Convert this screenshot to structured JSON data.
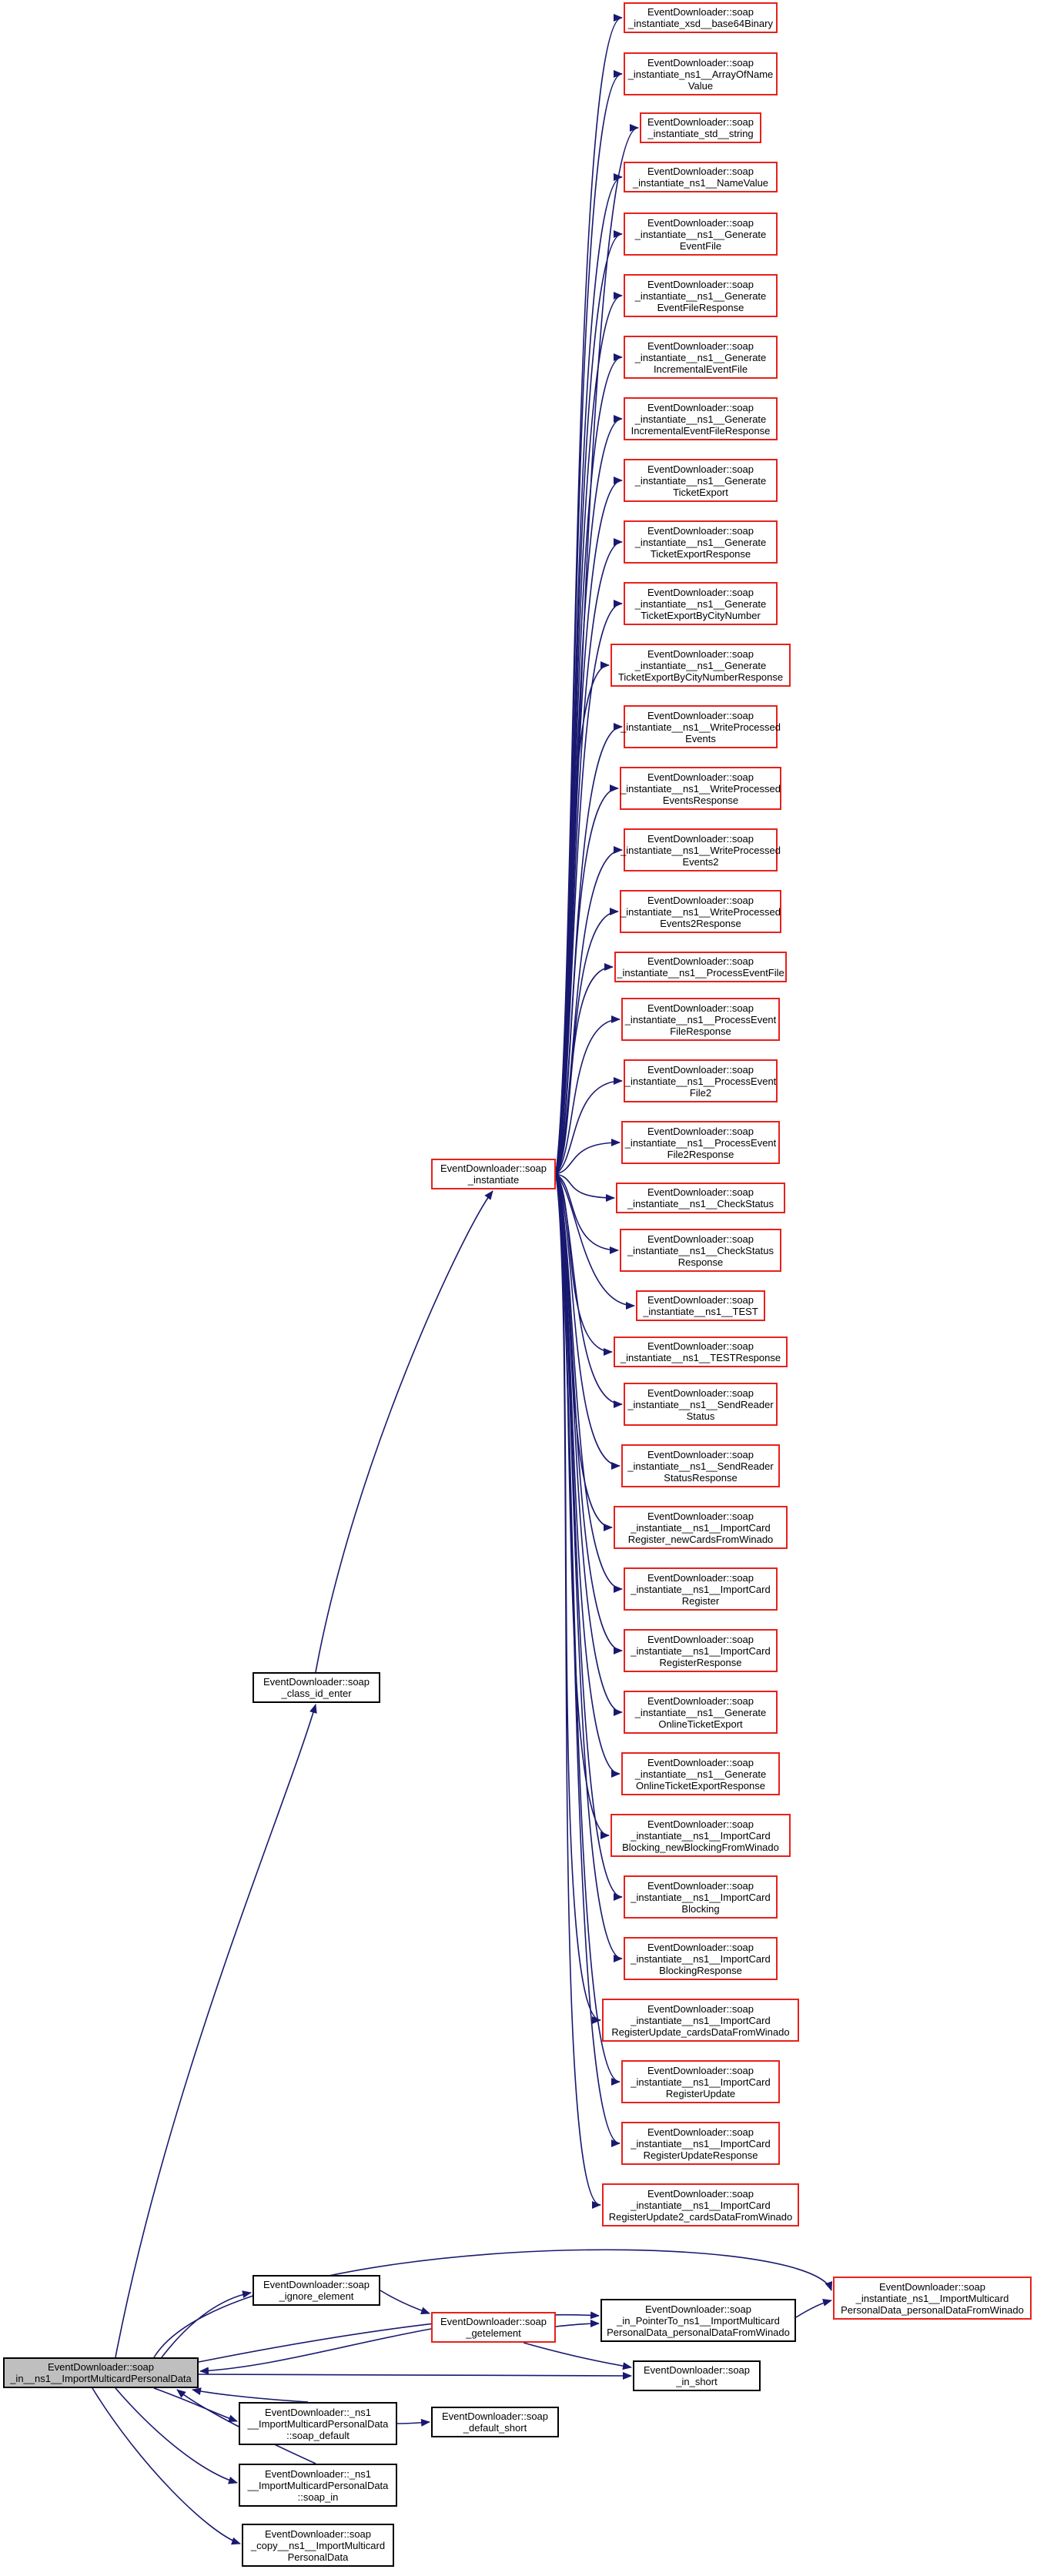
{
  "colors": {
    "edge": "#191970",
    "red_border": "#e8201b",
    "black_border": "#000000",
    "root_fill": "#bfbfbf"
  },
  "nodes": {
    "root": [
      "EventDownloader::soap",
      "_in__ns1__ImportMulticardPersonalData"
    ],
    "class_id": [
      "EventDownloader::soap",
      "_class_id_enter"
    ],
    "instantiate": [
      "EventDownloader::soap",
      "_instantiate"
    ],
    "ignore": [
      "EventDownloader::soap",
      "_ignore_element"
    ],
    "getelement": [
      "EventDownloader::soap",
      "_getelement"
    ],
    "pointerto": [
      "EventDownloader::soap",
      "_in_PointerTo_ns1__ImportMulticard",
      "PersonalData_personalDataFromWinado"
    ],
    "inst_personal": [
      "EventDownloader::soap",
      "_instantiate_ns1__ImportMulticard",
      "PersonalData_personalDataFromWinado"
    ],
    "in_short": [
      "EventDownloader::soap",
      "_in_short"
    ],
    "soap_default": [
      "EventDownloader::_ns1",
      "__ImportMulticardPersonalData",
      "::soap_default"
    ],
    "default_short": [
      "EventDownloader::soap",
      "_default_short"
    ],
    "soap_in": [
      "EventDownloader::_ns1",
      "__ImportMulticardPersonalData",
      "::soap_in"
    ],
    "copy": [
      "EventDownloader::soap",
      "_copy__ns1__ImportMulticard",
      "PersonalData"
    ],
    "targets": [
      [
        "EventDownloader::soap",
        "_instantiate_xsd__base64Binary"
      ],
      [
        "EventDownloader::soap",
        "_instantiate_ns1__ArrayOfName",
        "Value"
      ],
      [
        "EventDownloader::soap",
        "_instantiate_std__string"
      ],
      [
        "EventDownloader::soap",
        "_instantiate_ns1__NameValue"
      ],
      [
        "EventDownloader::soap",
        "_instantiate__ns1__Generate",
        "EventFile"
      ],
      [
        "EventDownloader::soap",
        "_instantiate__ns1__Generate",
        "EventFileResponse"
      ],
      [
        "EventDownloader::soap",
        "_instantiate__ns1__Generate",
        "IncrementalEventFile"
      ],
      [
        "EventDownloader::soap",
        "_instantiate__ns1__Generate",
        "IncrementalEventFileResponse"
      ],
      [
        "EventDownloader::soap",
        "_instantiate__ns1__Generate",
        "TicketExport"
      ],
      [
        "EventDownloader::soap",
        "_instantiate__ns1__Generate",
        "TicketExportResponse"
      ],
      [
        "EventDownloader::soap",
        "_instantiate__ns1__Generate",
        "TicketExportByCityNumber"
      ],
      [
        "EventDownloader::soap",
        "_instantiate__ns1__Generate",
        "TicketExportByCityNumberResponse"
      ],
      [
        "EventDownloader::soap",
        "_instantiate__ns1__WriteProcessed",
        "Events"
      ],
      [
        "EventDownloader::soap",
        "_instantiate__ns1__WriteProcessed",
        "EventsResponse"
      ],
      [
        "EventDownloader::soap",
        "_instantiate__ns1__WriteProcessed",
        "Events2"
      ],
      [
        "EventDownloader::soap",
        "_instantiate__ns1__WriteProcessed",
        "Events2Response"
      ],
      [
        "EventDownloader::soap",
        "_instantiate__ns1__ProcessEventFile"
      ],
      [
        "EventDownloader::soap",
        "_instantiate__ns1__ProcessEvent",
        "FileResponse"
      ],
      [
        "EventDownloader::soap",
        "_instantiate__ns1__ProcessEvent",
        "File2"
      ],
      [
        "EventDownloader::soap",
        "_instantiate__ns1__ProcessEvent",
        "File2Response"
      ],
      [
        "EventDownloader::soap",
        "_instantiate__ns1__CheckStatus"
      ],
      [
        "EventDownloader::soap",
        "_instantiate__ns1__CheckStatus",
        "Response"
      ],
      [
        "EventDownloader::soap",
        "_instantiate__ns1__TEST"
      ],
      [
        "EventDownloader::soap",
        "_instantiate__ns1__TESTResponse"
      ],
      [
        "EventDownloader::soap",
        "_instantiate__ns1__SendReader",
        "Status"
      ],
      [
        "EventDownloader::soap",
        "_instantiate__ns1__SendReader",
        "StatusResponse"
      ],
      [
        "EventDownloader::soap",
        "_instantiate__ns1__ImportCard",
        "Register_newCardsFromWinado"
      ],
      [
        "EventDownloader::soap",
        "_instantiate__ns1__ImportCard",
        "Register"
      ],
      [
        "EventDownloader::soap",
        "_instantiate__ns1__ImportCard",
        "RegisterResponse"
      ],
      [
        "EventDownloader::soap",
        "_instantiate__ns1__Generate",
        "OnlineTicketExport"
      ],
      [
        "EventDownloader::soap",
        "_instantiate__ns1__Generate",
        "OnlineTicketExportResponse"
      ],
      [
        "EventDownloader::soap",
        "_instantiate__ns1__ImportCard",
        "Blocking_newBlockingFromWinado"
      ],
      [
        "EventDownloader::soap",
        "_instantiate__ns1__ImportCard",
        "Blocking"
      ],
      [
        "EventDownloader::soap",
        "_instantiate__ns1__ImportCard",
        "BlockingResponse"
      ],
      [
        "EventDownloader::soap",
        "_instantiate__ns1__ImportCard",
        "RegisterUpdate_cardsDataFromWinado"
      ],
      [
        "EventDownloader::soap",
        "_instantiate__ns1__ImportCard",
        "RegisterUpdate"
      ],
      [
        "EventDownloader::soap",
        "_instantiate__ns1__ImportCard",
        "RegisterUpdateResponse"
      ],
      [
        "EventDownloader::soap",
        "_instantiate__ns1__ImportCard",
        "RegisterUpdate2_cardsDataFromWinado"
      ]
    ]
  }
}
